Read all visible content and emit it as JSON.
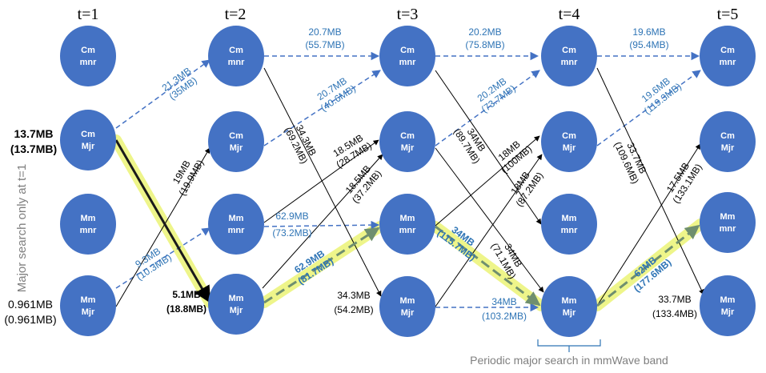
{
  "times": [
    "t=1",
    "t=2",
    "t=3",
    "t=4",
    "t=5"
  ],
  "nodes": {
    "cm_mnr": [
      "Cm",
      "mnr"
    ],
    "cm_mjr": [
      "Cm",
      "Mjr"
    ],
    "mm_mnr": [
      "Mm",
      "mnr"
    ],
    "mm_mjr": [
      "Mm",
      "Mjr"
    ]
  },
  "colors": {
    "node": "#4472c4",
    "blue_edge": "#4472c4",
    "black_edge": "#000000",
    "highlight": "#eef58a",
    "label_blue": "#2e74b5",
    "note": "#7f7f7f"
  },
  "side_labels": {
    "cm_mjr_t1": [
      "13.7MB",
      "(13.7MB)"
    ],
    "mm_mjr_t1": [
      "0.961MB",
      "(0.961MB)"
    ],
    "mm_mjr_t2": [
      "5.1MB",
      "(18.8MB)"
    ],
    "mm_mjr_t3": [
      "34.3MB",
      "(54.2MB)"
    ],
    "mm_mjr_t5": [
      "33.7MB",
      "(133.4MB)"
    ]
  },
  "vertical_label": "Major search only at t=1",
  "bottom_note": "Periodic major search in mmWave band",
  "edges": {
    "e1": [
      "21.3MB",
      "(35MB)"
    ],
    "e2": [
      "20.7MB",
      "(55.7MB)"
    ],
    "e3": [
      "20.2MB",
      "(75.8MB)"
    ],
    "e4": [
      "19.6MB",
      "(95.4MB)"
    ],
    "e5": [
      "20.7MB",
      "(40.6MB)"
    ],
    "e6": [
      "20.2MB",
      "(73.7MB)"
    ],
    "e7": [
      "19.6MB",
      "(119.3MB)"
    ],
    "e8": [
      "34.3MB",
      "(69.2MB)"
    ],
    "e9": [
      "18.5MB",
      "(28.7MB)"
    ],
    "e10": [
      "18.5MB",
      "(37.2MB)"
    ],
    "e11": [
      "34MB",
      "(89.7MB)"
    ],
    "e12": [
      "18MB",
      "(100MB)"
    ],
    "e13": [
      "18MB",
      "(87.2MB)"
    ],
    "e14": [
      "33.7MB",
      "(109.6MB)"
    ],
    "e15": [
      "17.5MB",
      "(133.1MB)"
    ],
    "e16": [
      "19MB",
      "(19.9MB)"
    ],
    "e17": [
      "9.3MB",
      "(10.3MB)"
    ],
    "e18": [
      "62.9MB",
      "(73.2MB)"
    ],
    "e19": [
      "62.9MB",
      "(81.7MB)"
    ],
    "e20": [
      "34MB",
      "(115.7MB)"
    ],
    "e21": [
      "34MB",
      "(71.1MB)"
    ],
    "e22": [
      "34MB",
      "(103.2MB)"
    ],
    "e23": [
      "62MB",
      "(177.6MB)"
    ]
  }
}
